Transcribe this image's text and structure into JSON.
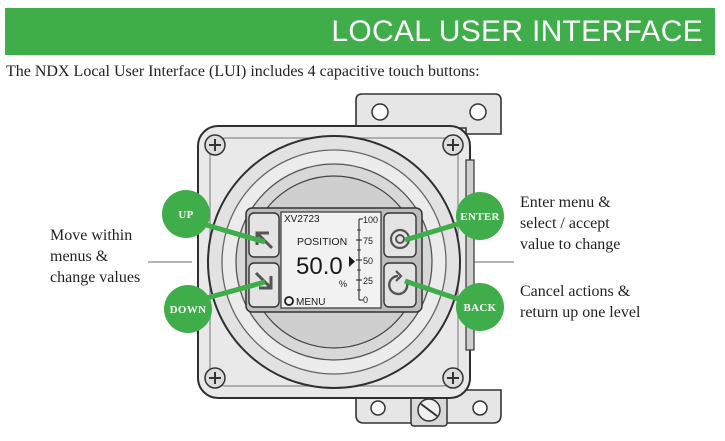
{
  "header": {
    "title": "LOCAL USER INTERFACE"
  },
  "intro": "The NDX Local User Interface (LUI) includes 4 capacitive touch buttons:",
  "left_description": [
    "Move within",
    "menus &",
    "change values"
  ],
  "enter_description": [
    "Enter menu &",
    "select / accept",
    "value to change"
  ],
  "back_description": [
    "Cancel actions &",
    "return up one level"
  ],
  "buttons": {
    "up": "UP",
    "down": "DOWN",
    "enter": "ENTER",
    "back": "BACK"
  },
  "display": {
    "tag": "XV2723",
    "label": "POSITION",
    "value": "50.0",
    "unit": "%",
    "menu": "MENU",
    "scale": [
      "100",
      "75",
      "50",
      "25",
      "0"
    ]
  },
  "colors": {
    "accent": "#3fad49",
    "text": "#231f20"
  },
  "icons": [
    "arrow-up-left-icon",
    "arrow-down-right-icon",
    "circle-icon",
    "back-arrow-icon",
    "menu-circle-icon"
  ]
}
